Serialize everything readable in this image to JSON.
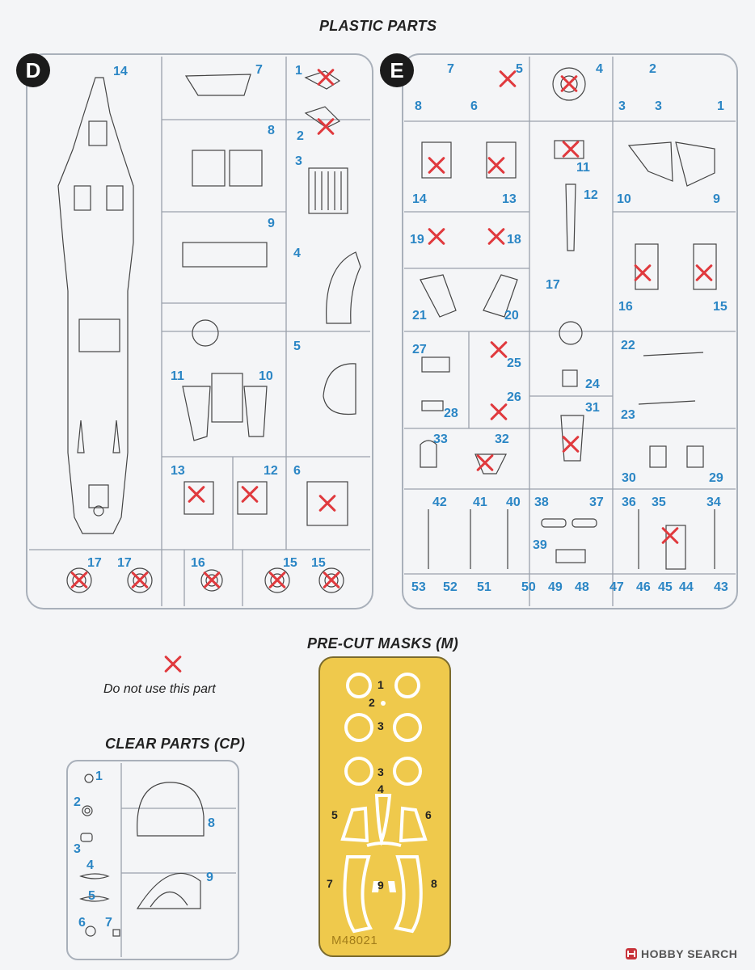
{
  "headings": {
    "plastic": "PLASTIC PARTS",
    "masks": "PRE-CUT MASKS (M)",
    "clear": "CLEAR PARTS (CP)"
  },
  "sprues": {
    "d": {
      "letter": "D",
      "labels": [
        "14",
        "7",
        "1",
        "2",
        "8",
        "3",
        "9",
        "4",
        "5",
        "11",
        "10",
        "13",
        "12",
        "6",
        "17",
        "17",
        "16",
        "15",
        "15"
      ],
      "excluded": [
        "1",
        "2",
        "13",
        "12",
        "6",
        "17",
        "17",
        "16",
        "15",
        "15"
      ]
    },
    "e": {
      "letter": "E",
      "labels": [
        "7",
        "5",
        "4",
        "2",
        "8",
        "6",
        "3",
        "3",
        "1",
        "11",
        "14",
        "13",
        "12",
        "10",
        "9",
        "19",
        "18",
        "17",
        "16",
        "15",
        "21",
        "20",
        "22",
        "27",
        "25",
        "24",
        "26",
        "31",
        "28",
        "23",
        "33",
        "32",
        "30",
        "29",
        "42",
        "41",
        "40",
        "38",
        "37",
        "36",
        "35",
        "34",
        "39",
        "53",
        "52",
        "51",
        "50",
        "49",
        "48",
        "47",
        "46",
        "45",
        "44",
        "43"
      ],
      "excluded": [
        "5",
        "4",
        "14",
        "13",
        "11",
        "19",
        "18",
        "16",
        "15",
        "25",
        "26",
        "32",
        "31",
        "35"
      ]
    }
  },
  "legend": {
    "text": "Do not use this part",
    "icon": "red-cross-icon"
  },
  "masks": {
    "labels": [
      "1",
      "2",
      "3",
      "3",
      "4",
      "5",
      "6",
      "7",
      "9",
      "8"
    ],
    "code": "M48021"
  },
  "clear_parts": {
    "labels": [
      "1",
      "2",
      "3",
      "4",
      "5",
      "6",
      "7",
      "8",
      "9"
    ]
  },
  "watermark": {
    "brand": "HOBBY SEARCH",
    "icon": "hobbysearch-logo-icon"
  },
  "colors": {
    "label_blue": "#2b86c5",
    "cross_red": "#e03a3e",
    "mask_yellow": "#efc94c",
    "sprue_gray": "#a9b0ba"
  }
}
